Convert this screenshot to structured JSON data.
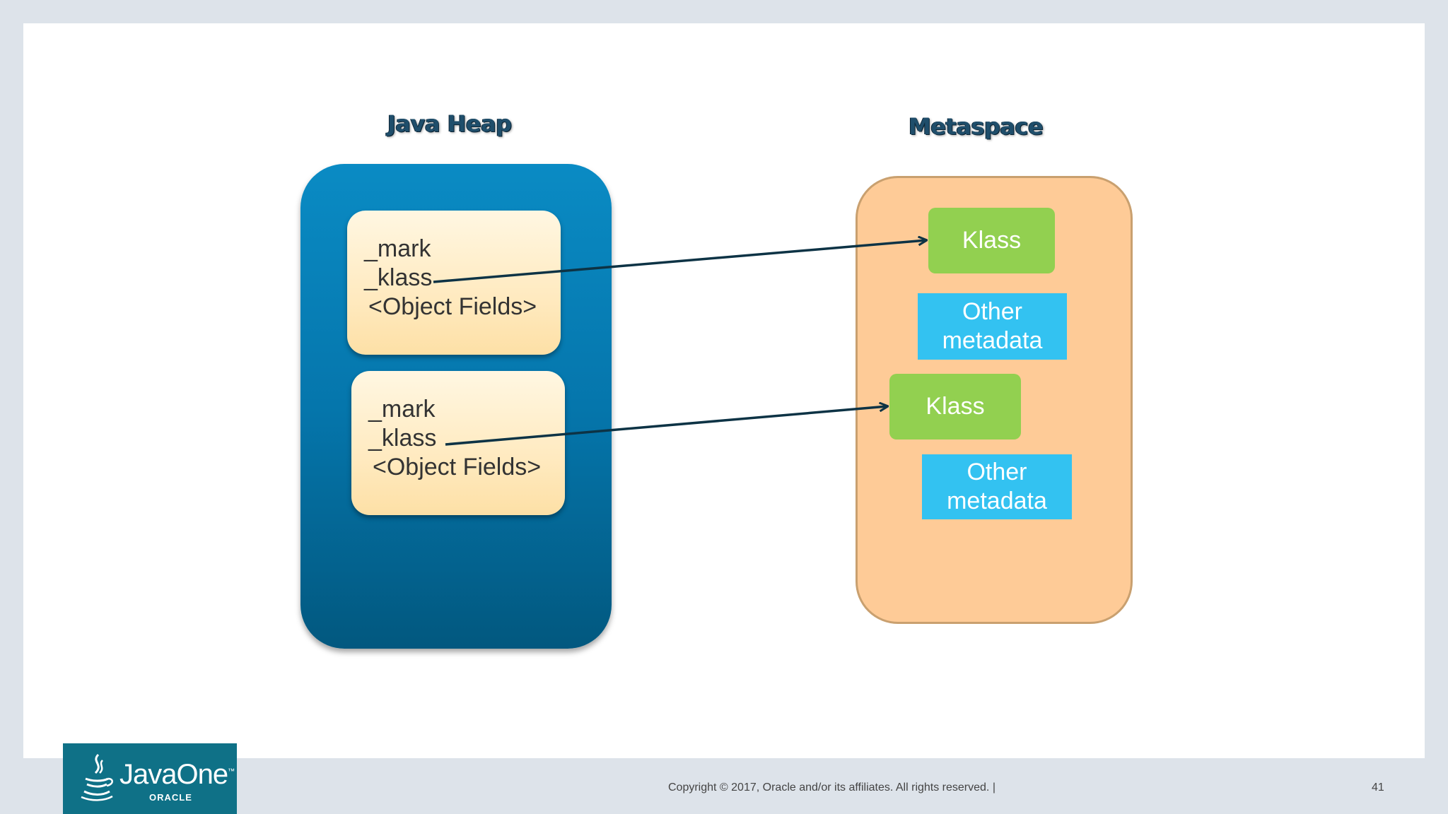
{
  "heap": {
    "title": "Java Heap",
    "objects": [
      {
        "mark": "_mark",
        "klass": "_klass",
        "fields": "<Object Fields>"
      },
      {
        "mark": "_mark",
        "klass": "_klass",
        "fields": "<Object Fields>"
      }
    ]
  },
  "metaspace": {
    "title": "Metaspace",
    "items": [
      {
        "klass": "Klass",
        "other": [
          "Other",
          "metadata"
        ]
      },
      {
        "klass": "Klass",
        "other": [
          "Other",
          "metadata"
        ]
      }
    ]
  },
  "logo": {
    "name": "JavaOne",
    "trademark": "™",
    "sub": "ORACLE"
  },
  "footer": {
    "copyright": "Copyright © 2017, Oracle and/or its affiliates. All rights reserved.  |",
    "page_number": "41"
  },
  "colors": {
    "heap": "#0576ac",
    "object": "#ffeac0",
    "metaspace": "#fecb97",
    "klass": "#92d050",
    "other_metadata": "#33c2f1",
    "arrow": "#0d3345",
    "logo_bg": "#0f7187"
  }
}
